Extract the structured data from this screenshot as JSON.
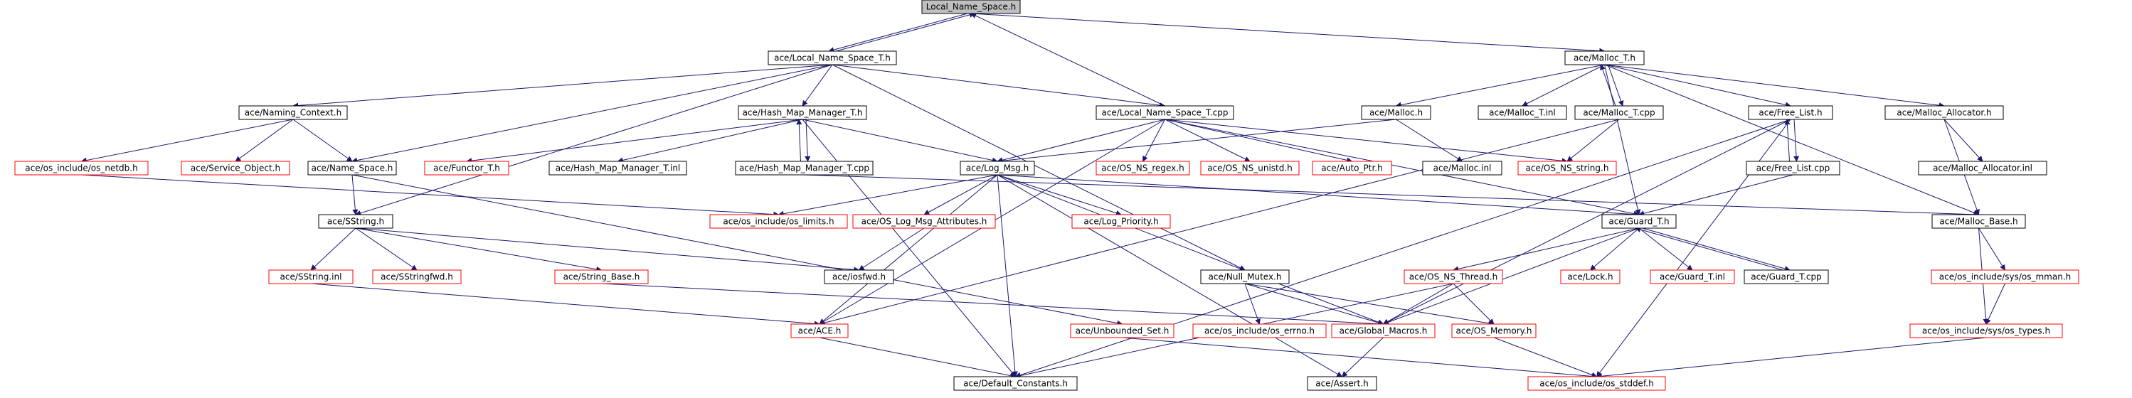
{
  "colors": {
    "edge": "#191970",
    "node_border": "#000000",
    "missing_border": "#ff0000",
    "root_fill": "#bfbfbf"
  },
  "nodes": {
    "local_name_space_h": {
      "label": "Local_Name_Space.h",
      "missing": false,
      "root": true
    },
    "local_name_space_t_h": {
      "label": "ace/Local_Name_Space_T.h",
      "missing": false
    },
    "malloc_t_h": {
      "label": "ace/Malloc_T.h",
      "missing": false
    },
    "naming_context_h": {
      "label": "ace/Naming_Context.h",
      "missing": false
    },
    "hash_map_manager_t_h": {
      "label": "ace/Hash_Map_Manager_T.h",
      "missing": false
    },
    "local_name_space_t_cpp": {
      "label": "ace/Local_Name_Space_T.cpp",
      "missing": false
    },
    "malloc_h": {
      "label": "ace/Malloc.h",
      "missing": false
    },
    "malloc_t_inl": {
      "label": "ace/Malloc_T.inl",
      "missing": false
    },
    "malloc_t_cpp": {
      "label": "ace/Malloc_T.cpp",
      "missing": false
    },
    "free_list_h": {
      "label": "ace/Free_List.h",
      "missing": false
    },
    "malloc_allocator_h": {
      "label": "ace/Malloc_Allocator.h",
      "missing": false
    },
    "os_netdb_h": {
      "label": "ace/os_include/os_netdb.h",
      "missing": true
    },
    "service_object_h": {
      "label": "ace/Service_Object.h",
      "missing": true
    },
    "name_space_h": {
      "label": "ace/Name_Space.h",
      "missing": false
    },
    "functor_t_h": {
      "label": "ace/Functor_T.h",
      "missing": true
    },
    "hash_map_manager_t_inl": {
      "label": "ace/Hash_Map_Manager_T.inl",
      "missing": false
    },
    "hash_map_manager_t_cpp": {
      "label": "ace/Hash_Map_Manager_T.cpp",
      "missing": false
    },
    "log_msg_h": {
      "label": "ace/Log_Msg.h",
      "missing": false
    },
    "os_ns_regex_h": {
      "label": "ace/OS_NS_regex.h",
      "missing": true
    },
    "os_ns_unistd_h": {
      "label": "ace/OS_NS_unistd.h",
      "missing": true
    },
    "auto_ptr_h": {
      "label": "ace/Auto_Ptr.h",
      "missing": true
    },
    "malloc_inl": {
      "label": "ace/Malloc.inl",
      "missing": false
    },
    "os_ns_string_h": {
      "label": "ace/OS_NS_string.h",
      "missing": true
    },
    "free_list_cpp": {
      "label": "ace/Free_List.cpp",
      "missing": false
    },
    "malloc_allocator_inl": {
      "label": "ace/Malloc_Allocator.inl",
      "missing": false
    },
    "sstring_h": {
      "label": "ace/SString.h",
      "missing": false
    },
    "os_limits_h": {
      "label": "ace/os_include/os_limits.h",
      "missing": true
    },
    "log_priority_h": {
      "label": "ace/Log_Priority.h",
      "missing": true
    },
    "guard_t_h": {
      "label": "ace/Guard_T.h",
      "missing": false
    },
    "malloc_base_h": {
      "label": "ace/Malloc_Base.h",
      "missing": false
    },
    "os_log_msg_attributes_h": {
      "label": "ace/OS_Log_Msg_Attributes.h",
      "missing": true
    },
    "sstring_inl": {
      "label": "ace/SString.inl",
      "missing": true
    },
    "sstringfwd_h": {
      "label": "ace/SStringfwd.h",
      "missing": true
    },
    "string_base_h": {
      "label": "ace/String_Base.h",
      "missing": true
    },
    "iosfwd_h": {
      "label": "ace/iosfwd.h",
      "missing": false
    },
    "null_mutex_h": {
      "label": "ace/Null_Mutex.h",
      "missing": false
    },
    "os_ns_thread_h": {
      "label": "ace/OS_NS_Thread.h",
      "missing": true
    },
    "lock_h": {
      "label": "ace/Lock.h",
      "missing": true
    },
    "guard_t_inl": {
      "label": "ace/Guard_T.inl",
      "missing": true
    },
    "guard_t_cpp": {
      "label": "ace/Guard_T.cpp",
      "missing": false
    },
    "os_mman_h": {
      "label": "ace/os_include/sys/os_mman.h",
      "missing": true
    },
    "ace_h": {
      "label": "ace/ACE.h",
      "missing": true
    },
    "unbounded_set_h": {
      "label": "ace/Unbounded_Set.h",
      "missing": true
    },
    "os_errno_h": {
      "label": "ace/os_include/os_errno.h",
      "missing": true
    },
    "global_macros_h": {
      "label": "ace/Global_Macros.h",
      "missing": true
    },
    "os_memory_h": {
      "label": "ace/OS_Memory.h",
      "missing": true
    },
    "os_types_h": {
      "label": "ace/os_include/sys/os_types.h",
      "missing": true
    },
    "default_constants_h": {
      "label": "ace/Default_Constants.h",
      "missing": false
    },
    "assert_h": {
      "label": "ace/Assert.h",
      "missing": false
    },
    "os_stddef_h": {
      "label": "ace/os_include/os_stddef.h",
      "missing": true
    }
  },
  "edges": [
    [
      "local_name_space_h",
      "local_name_space_t_h"
    ],
    [
      "local_name_space_t_h",
      "local_name_space_h"
    ],
    [
      "local_name_space_h",
      "malloc_t_h"
    ],
    [
      "local_name_space_t_cpp",
      "local_name_space_h"
    ],
    [
      "local_name_space_t_h",
      "naming_context_h"
    ],
    [
      "local_name_space_t_h",
      "hash_map_manager_t_h"
    ],
    [
      "local_name_space_t_h",
      "local_name_space_t_cpp"
    ],
    [
      "local_name_space_t_h",
      "name_space_h"
    ],
    [
      "local_name_space_t_h",
      "sstring_h"
    ],
    [
      "local_name_space_t_h",
      "null_mutex_h"
    ],
    [
      "naming_context_h",
      "os_netdb_h"
    ],
    [
      "naming_context_h",
      "service_object_h"
    ],
    [
      "naming_context_h",
      "name_space_h"
    ],
    [
      "name_space_h",
      "sstring_h"
    ],
    [
      "name_space_h",
      "unbounded_set_h"
    ],
    [
      "hash_map_manager_t_h",
      "functor_t_h"
    ],
    [
      "hash_map_manager_t_h",
      "hash_map_manager_t_inl"
    ],
    [
      "hash_map_manager_t_h",
      "hash_map_manager_t_cpp"
    ],
    [
      "hash_map_manager_t_cpp",
      "hash_map_manager_t_h"
    ],
    [
      "hash_map_manager_t_h",
      "log_msg_h"
    ],
    [
      "hash_map_manager_t_h",
      "default_constants_h"
    ],
    [
      "hash_map_manager_t_cpp",
      "malloc_base_h"
    ],
    [
      "local_name_space_t_cpp",
      "log_msg_h"
    ],
    [
      "local_name_space_t_cpp",
      "os_ns_regex_h"
    ],
    [
      "local_name_space_t_cpp",
      "os_ns_unistd_h"
    ],
    [
      "local_name_space_t_cpp",
      "auto_ptr_h"
    ],
    [
      "local_name_space_t_cpp",
      "os_ns_string_h"
    ],
    [
      "local_name_space_t_cpp",
      "guard_t_h"
    ],
    [
      "local_name_space_t_cpp",
      "ace_h"
    ],
    [
      "malloc_t_h",
      "malloc_h"
    ],
    [
      "malloc_t_h",
      "malloc_t_inl"
    ],
    [
      "malloc_t_h",
      "malloc_t_cpp"
    ],
    [
      "malloc_t_cpp",
      "malloc_t_h"
    ],
    [
      "malloc_t_h",
      "free_list_h"
    ],
    [
      "malloc_t_h",
      "malloc_allocator_h"
    ],
    [
      "malloc_t_h",
      "guard_t_h"
    ],
    [
      "malloc_t_h",
      "malloc_base_h"
    ],
    [
      "malloc_h",
      "malloc_inl"
    ],
    [
      "malloc_h",
      "log_msg_h"
    ],
    [
      "malloc_t_cpp",
      "os_ns_string_h"
    ],
    [
      "malloc_t_cpp",
      "ace_h"
    ],
    [
      "free_list_h",
      "free_list_cpp"
    ],
    [
      "free_list_cpp",
      "free_list_h"
    ],
    [
      "free_list_h",
      "global_macros_h"
    ],
    [
      "free_list_h",
      "default_constants_h"
    ],
    [
      "free_list_h",
      "os_stddef_h"
    ],
    [
      "free_list_cpp",
      "guard_t_h"
    ],
    [
      "malloc_allocator_h",
      "malloc_allocator_inl"
    ],
    [
      "malloc_allocator_h",
      "malloc_base_h"
    ],
    [
      "os_netdb_h",
      "os_limits_h"
    ],
    [
      "log_msg_h",
      "os_limits_h"
    ],
    [
      "log_msg_h",
      "os_log_msg_attributes_h"
    ],
    [
      "log_msg_h",
      "log_priority_h"
    ],
    [
      "log_msg_h",
      "default_constants_h"
    ],
    [
      "log_msg_h",
      "global_macros_h"
    ],
    [
      "log_msg_h",
      "assert_h"
    ],
    [
      "log_msg_h",
      "ace_h"
    ],
    [
      "log_msg_h",
      "guard_t_h"
    ],
    [
      "os_log_msg_attributes_h",
      "iosfwd_h"
    ],
    [
      "sstring_h",
      "sstring_inl"
    ],
    [
      "sstring_h",
      "sstringfwd_h"
    ],
    [
      "sstring_h",
      "string_base_h"
    ],
    [
      "sstring_h",
      "iosfwd_h"
    ],
    [
      "sstring_inl",
      "ace_h"
    ],
    [
      "string_base_h",
      "global_macros_h"
    ],
    [
      "null_mutex_h",
      "os_errno_h"
    ],
    [
      "null_mutex_h",
      "global_macros_h"
    ],
    [
      "null_mutex_h",
      "os_memory_h"
    ],
    [
      "guard_t_h",
      "os_ns_thread_h"
    ],
    [
      "guard_t_h",
      "lock_h"
    ],
    [
      "guard_t_h",
      "guard_t_inl"
    ],
    [
      "guard_t_h",
      "guard_t_cpp"
    ],
    [
      "guard_t_cpp",
      "guard_t_h"
    ],
    [
      "guard_t_h",
      "global_macros_h"
    ],
    [
      "os_ns_thread_h",
      "global_macros_h"
    ],
    [
      "os_ns_thread_h",
      "os_memory_h"
    ],
    [
      "os_ns_thread_h",
      "default_constants_h"
    ],
    [
      "malloc_base_h",
      "os_mman_h"
    ],
    [
      "malloc_base_h",
      "os_types_h"
    ],
    [
      "os_mman_h",
      "os_types_h"
    ],
    [
      "os_types_h",
      "os_stddef_h"
    ],
    [
      "ace_h",
      "default_constants_h"
    ],
    [
      "unbounded_set_h",
      "os_stddef_h"
    ],
    [
      "global_macros_h",
      "assert_h"
    ],
    [
      "os_memory_h",
      "os_stddef_h"
    ]
  ]
}
